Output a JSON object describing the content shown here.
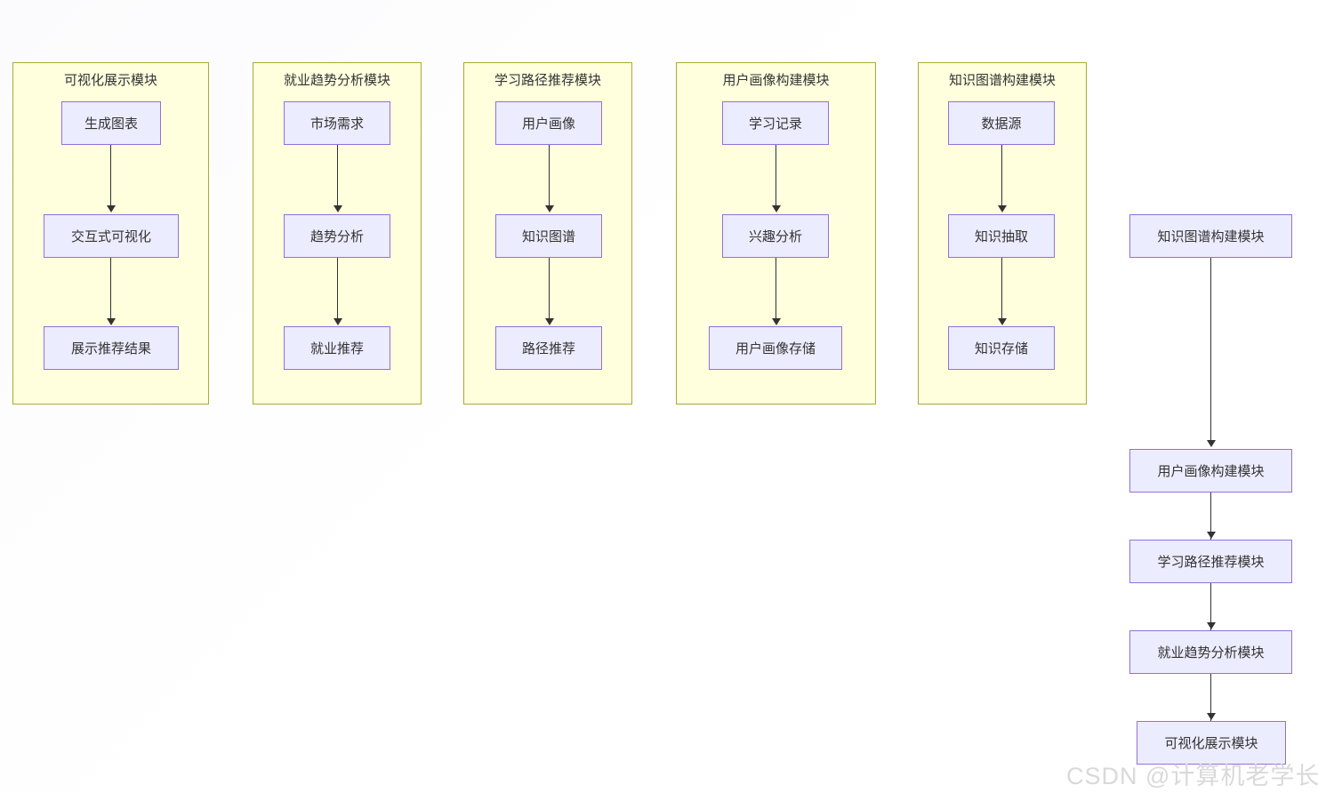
{
  "diagram": {
    "background_color": "#ffffff",
    "subgraph_fill": "#ffffde",
    "subgraph_border": "#aaaa33",
    "node_fill": "#ececff",
    "node_border": "#9370db",
    "edge_color": "#333333",
    "text_color": "#333333"
  },
  "subgraphs": [
    {
      "title": "可视化展示模块",
      "nodes": [
        {
          "label": "生成图表"
        },
        {
          "label": "交互式可视化"
        },
        {
          "label": "展示推荐结果"
        }
      ]
    },
    {
      "title": "就业趋势分析模块",
      "nodes": [
        {
          "label": "市场需求"
        },
        {
          "label": "趋势分析"
        },
        {
          "label": "就业推荐"
        }
      ]
    },
    {
      "title": "学习路径推荐模块",
      "nodes": [
        {
          "label": "用户画像"
        },
        {
          "label": "知识图谱"
        },
        {
          "label": "路径推荐"
        }
      ]
    },
    {
      "title": "用户画像构建模块",
      "nodes": [
        {
          "label": "学习记录"
        },
        {
          "label": "兴趣分析"
        },
        {
          "label": "用户画像存储"
        }
      ]
    },
    {
      "title": "知识图谱构建模块",
      "nodes": [
        {
          "label": "数据源"
        },
        {
          "label": "知识抽取"
        },
        {
          "label": "知识存储"
        }
      ]
    }
  ],
  "main_flow": {
    "nodes": [
      {
        "label": "知识图谱构建模块"
      },
      {
        "label": "用户画像构建模块"
      },
      {
        "label": "学习路径推荐模块"
      },
      {
        "label": "就业趋势分析模块"
      },
      {
        "label": "可视化展示模块"
      }
    ]
  },
  "watermark": {
    "text": "CSDN @计算机老学长"
  }
}
